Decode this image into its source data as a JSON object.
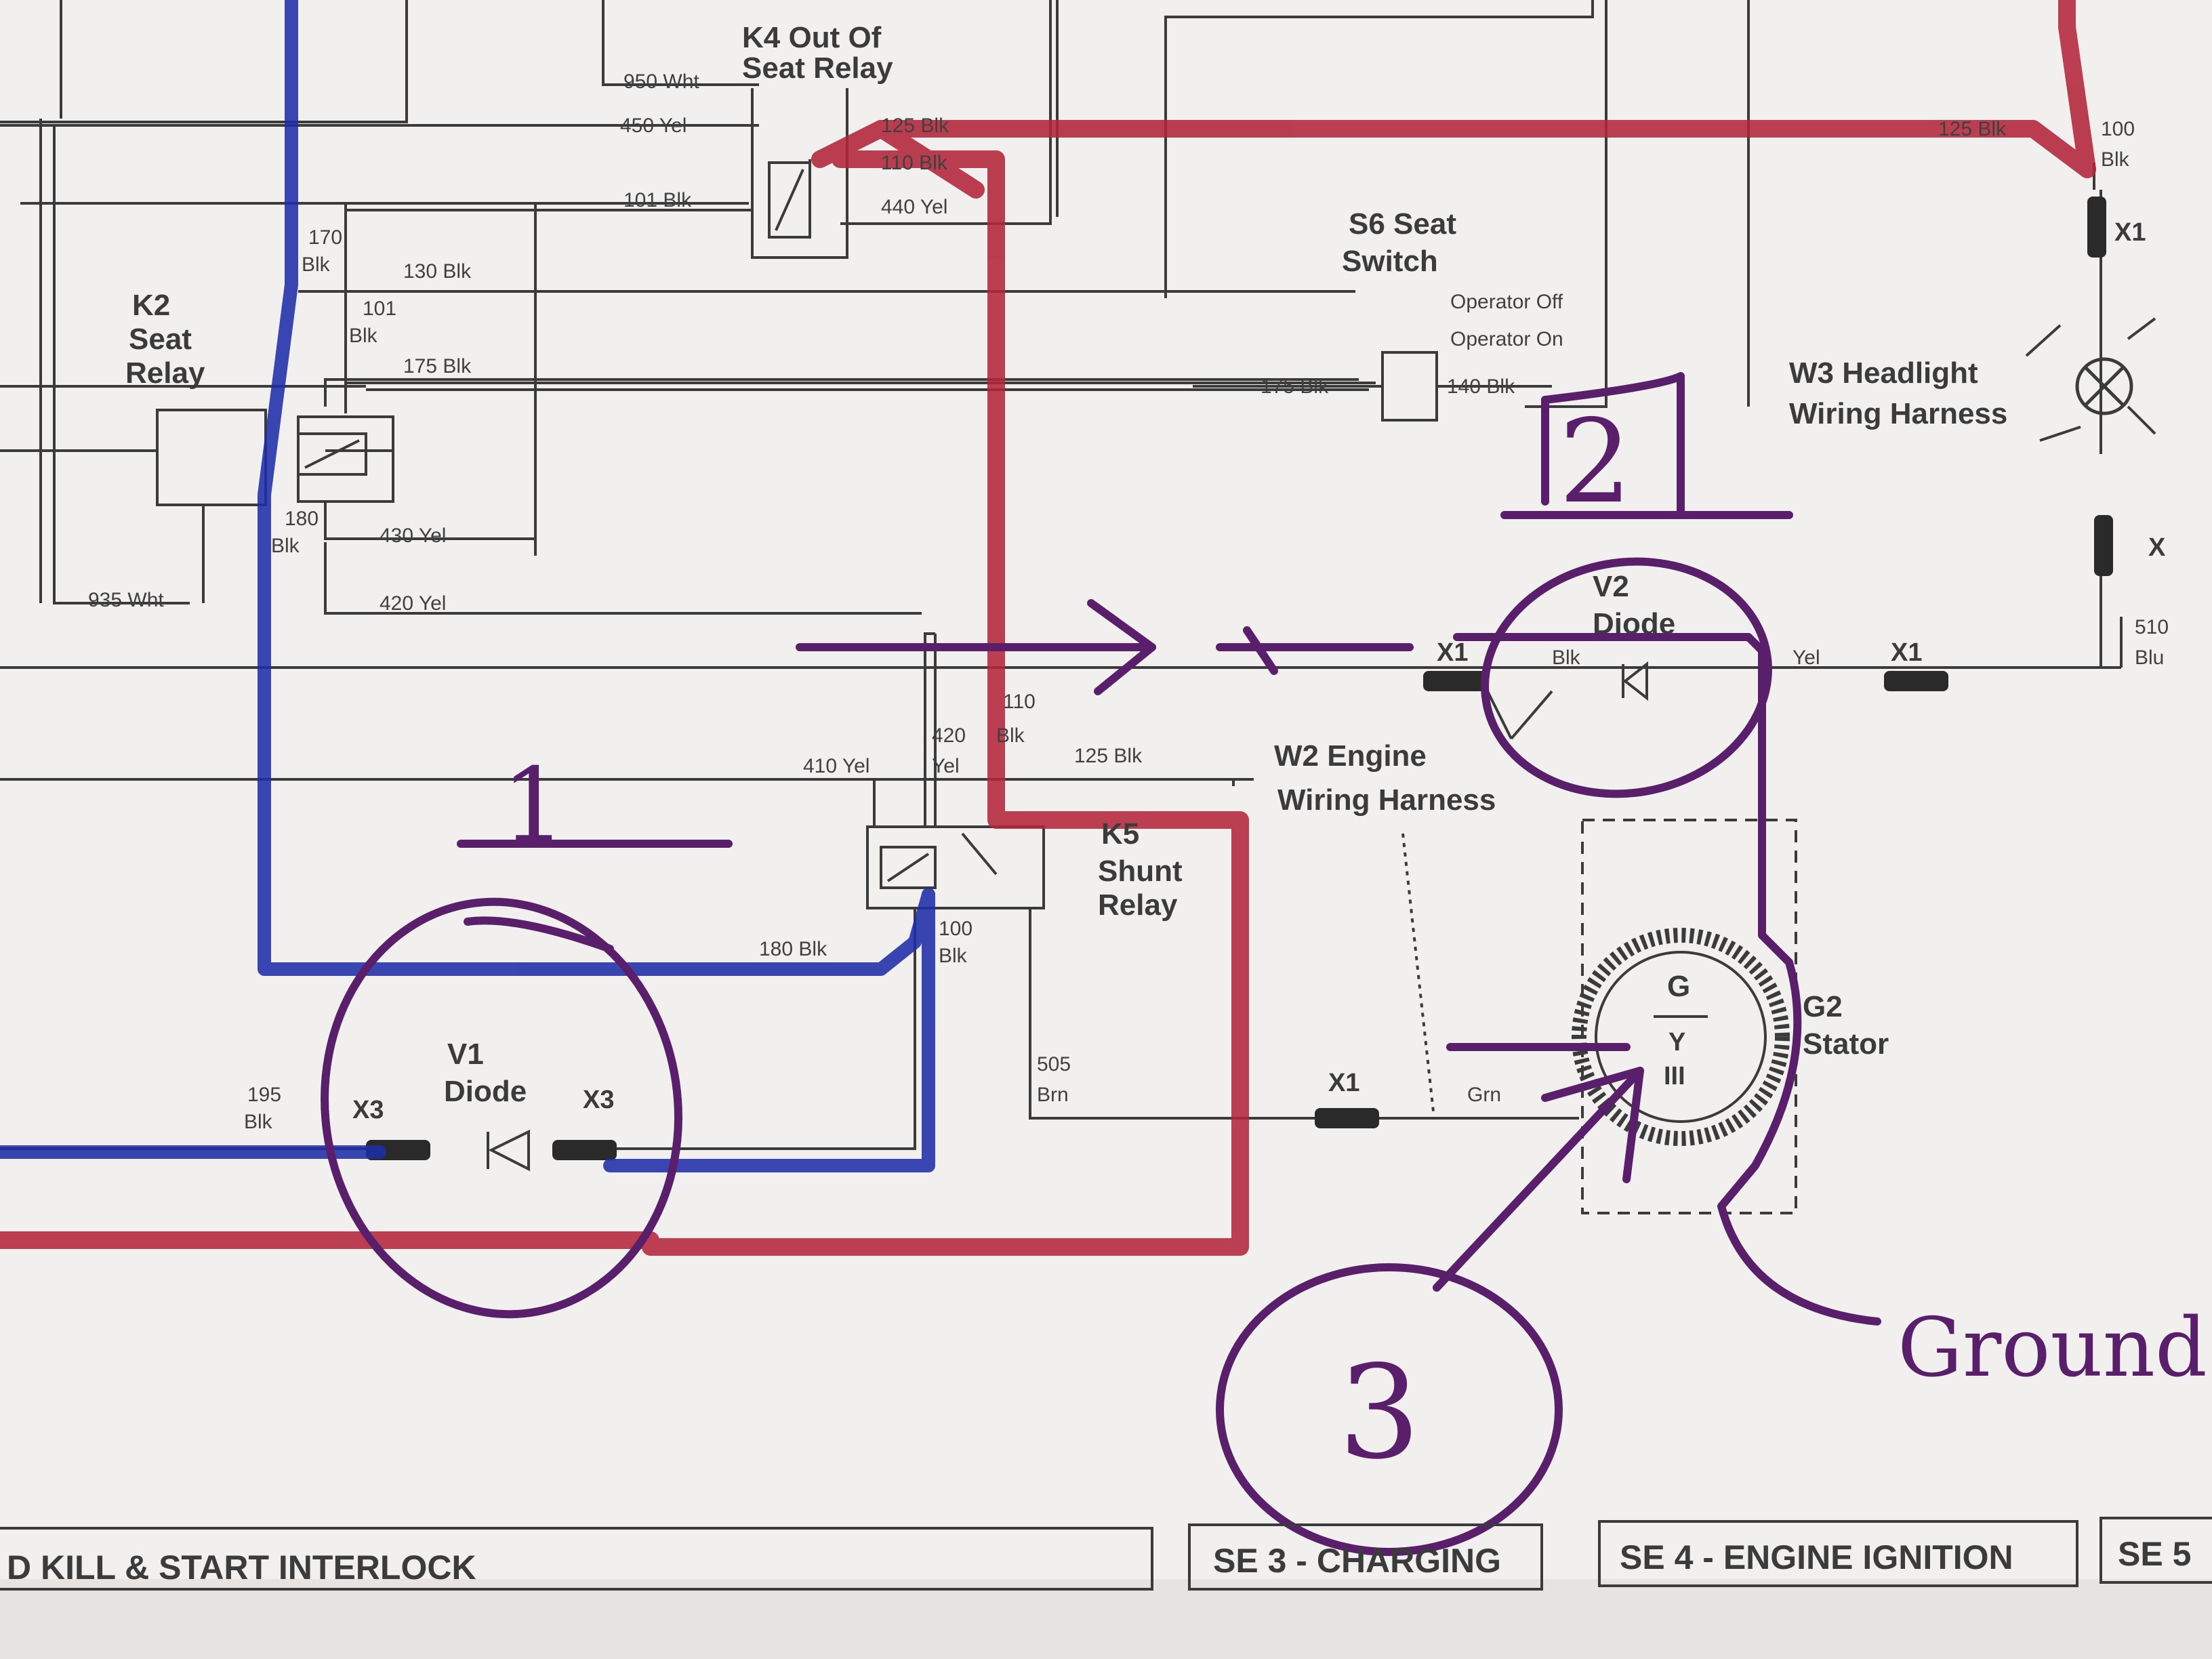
{
  "colors": {
    "paper": "#f2f0ee",
    "ink": "#3b3b3b",
    "red_marker": "#b3253a",
    "blue_marker": "#1f2ea8",
    "purple_marker": "#5a1f6b"
  },
  "components": {
    "k4": {
      "line1": "K4 Out Of",
      "line2": "Seat Relay"
    },
    "k2": {
      "line1": "K2",
      "line2": "Seat",
      "line3": "Relay"
    },
    "s6": {
      "line1": "S6 Seat",
      "line2": "Switch",
      "operator_off": "Operator Off",
      "operator_on": "Operator On"
    },
    "w3": {
      "line1": "W3 Headlight",
      "line2": "Wiring Harness"
    },
    "v2": {
      "line1": "V2",
      "line2": "Diode"
    },
    "v1": {
      "line1": "V1",
      "line2": "Diode"
    },
    "k5": {
      "line1": "K5",
      "line2": "Shunt",
      "line3": "Relay"
    },
    "w2": {
      "line1": "W2 Engine",
      "line2": "Wiring Harness"
    },
    "g2": {
      "line1": "G2",
      "line2": "Stator",
      "symbol_top": "G",
      "symbol_mid": "Y",
      "symbol_bottom": "III"
    }
  },
  "wire_labels": {
    "w950": "950 Wht",
    "w450": "450 Yel",
    "w101_top": "101 Blk",
    "w125_top": "125 Blk",
    "w110_top": "110 Blk",
    "w440": "440 Yel",
    "w125_right": "125 Blk",
    "w100_a": "100",
    "w100_b": "Blk",
    "w170_a": "170",
    "w170_b": "Blk",
    "w130": "130 Blk",
    "w101_a": "101",
    "w101_b": "Blk",
    "w175_left": "175 Blk",
    "w175_right": "175 Blk",
    "w140": "140 Blk",
    "w180_a": "180",
    "w180_b": "Blk",
    "w430": "430 Yel",
    "w935": "935 Wht",
    "w420": "420 Yel",
    "w410": "410 Yel",
    "w420_a": "420",
    "w420_b": "Yel",
    "w110_k5": "110",
    "w110_k5b": "Blk",
    "w125_k5": "125 Blk",
    "w180_k5": "180 Blk",
    "w100_k5a": "100",
    "w100_k5b": "Blk",
    "w195_a": "195",
    "w195_b": "Blk",
    "w505_a": "505",
    "w505_b": "Brn",
    "grn": "Grn",
    "blk": "Blk",
    "yel": "Yel",
    "w510_a": "510",
    "w510_b": "Blu"
  },
  "connectors": {
    "x1_left": "X1",
    "x1_right": "X1",
    "x1_bottom": "X1",
    "x3_left": "X3",
    "x3_right": "X3",
    "x1_w3": "X1",
    "x_w3": "X"
  },
  "tabs": {
    "se2": "D KILL & START INTERLOCK",
    "se3": "SE 3 - CHARGING",
    "se4": "SE 4 - ENGINE IGNITION",
    "se5": "SE 5"
  },
  "annotations": {
    "n1": "1",
    "n2": "2",
    "n3": "3",
    "ground": "Ground"
  }
}
